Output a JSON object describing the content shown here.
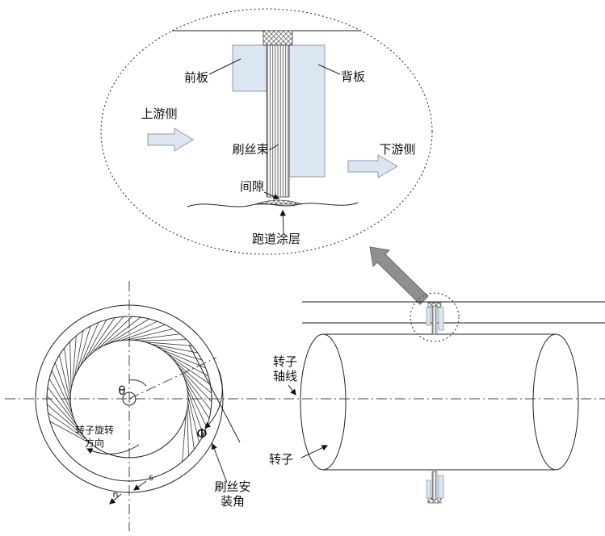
{
  "figure": "brush-seal-structure-diagram",
  "colors": {
    "plate_fill": "#dce6f2",
    "plate_stroke": "#8a9ab0",
    "flow_arrow_fill": "#dce6f2",
    "flow_arrow_stroke": "#8a9ab0",
    "zoom_arrow_fill": "#8f8f8f",
    "zoom_arrow_stroke": "#6d6d6d",
    "line": "#222222"
  },
  "detail": {
    "front_plate": "前板",
    "back_plate": "背板",
    "upstream_side": "上游侧",
    "bristle_bundle": "刷丝束",
    "downstream_side": "下游侧",
    "clearance": "间隙",
    "runway_coating": "跑道涂层"
  },
  "front": {
    "theta": "θ",
    "rotation_l1": "转子旋转",
    "rotation_l2": "方向",
    "phi": "Φ",
    "s": "s",
    "n": "n",
    "install_l1": "刷丝安",
    "install_l2": "装角"
  },
  "side": {
    "axis_l1": "转子",
    "axis_l2": "轴线",
    "rotor": "转子"
  }
}
